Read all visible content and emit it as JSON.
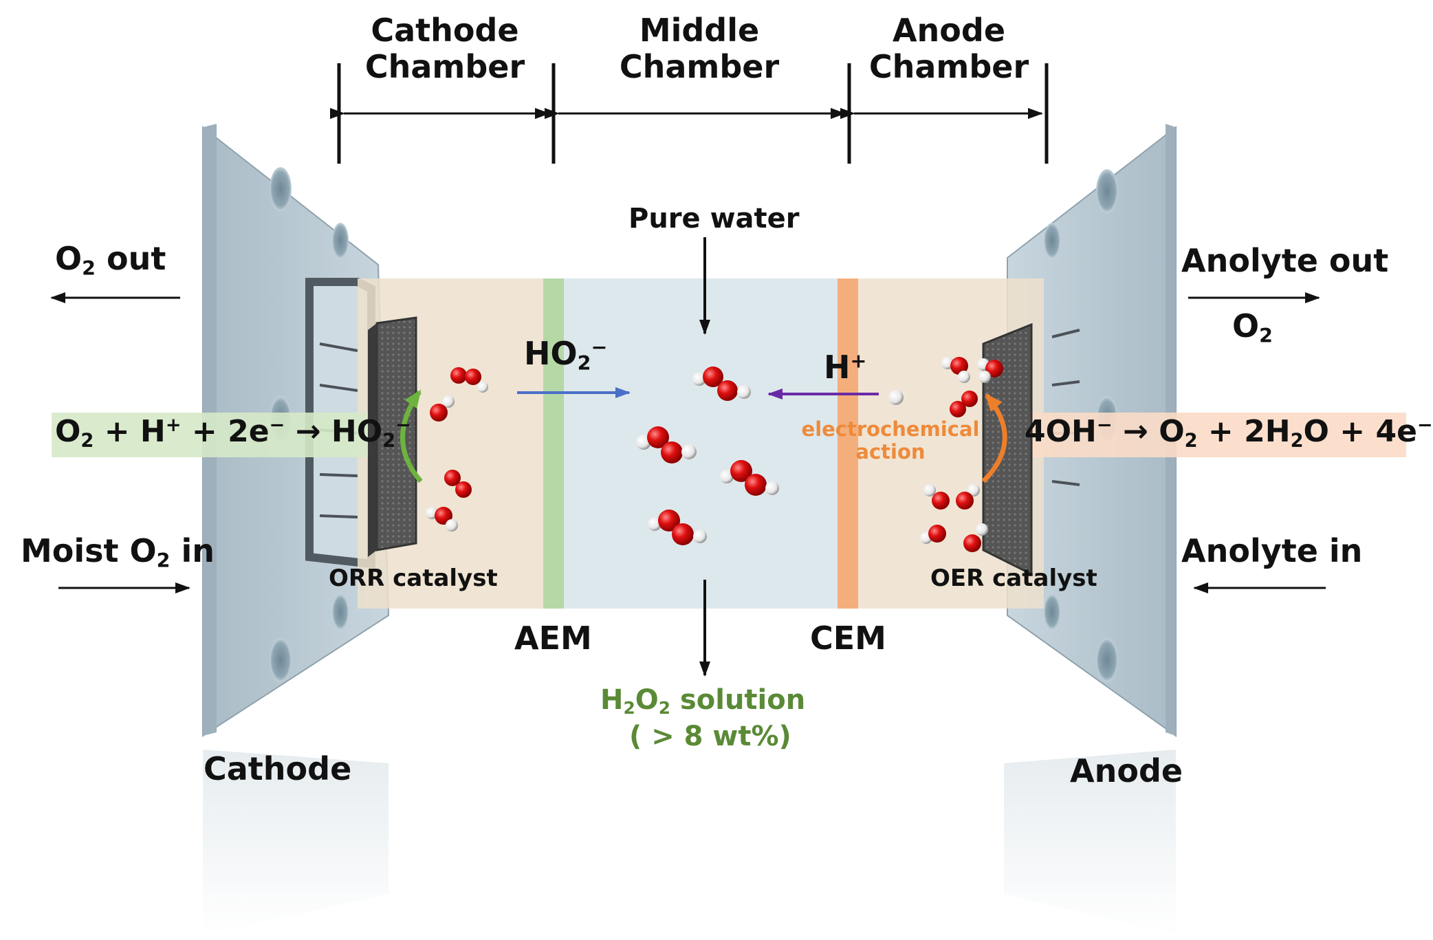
{
  "headers": {
    "cathode_chamber": [
      "Cathode",
      "Chamber"
    ],
    "middle_chamber": [
      "Middle",
      "Chamber"
    ],
    "anode_chamber": [
      "Anode",
      "Chamber"
    ]
  },
  "left": {
    "o2_out": [
      "O",
      "2",
      " out"
    ],
    "moist_in": [
      "Moist O",
      "2",
      " in"
    ],
    "equation": [
      "O",
      "2",
      " + H",
      "+",
      " + 2e",
      "−",
      " → HO",
      "2",
      "−"
    ],
    "electrode": "Cathode",
    "catalyst": "ORR catalyst"
  },
  "right": {
    "anolyte_out": "Anolyte out",
    "o2": [
      "O",
      "2"
    ],
    "anolyte_in": "Anolyte in",
    "equation": [
      "4OH",
      "−",
      " → O",
      "2",
      " + 2H",
      "2",
      "O + 4e",
      "−"
    ],
    "electrode": "Anode",
    "catalyst": "OER catalyst"
  },
  "center": {
    "pure_water": "Pure water",
    "ho2": [
      "HO",
      "2",
      "−"
    ],
    "hplus": [
      "H",
      "+"
    ],
    "electrochemical": [
      "electrochemical",
      "action"
    ],
    "product": [
      "H",
      "2",
      "O",
      "2",
      " solution"
    ],
    "concentration": "( > 8 wt%)"
  },
  "membranes": {
    "aem": "AEM",
    "cem": "CEM"
  },
  "colors": {
    "plate": "#b8c8d2",
    "chamber": "#ede1cd",
    "middle": "#dde8ec",
    "aem": "#b6d8a6",
    "cem": "#f4ae7c",
    "green_band": "#d6e9c8",
    "orange_band": "#fbdcc6",
    "ho2_arrow": "#4a6fc8",
    "hplus_arrow": "#6a2aa6",
    "product_text": "#5a8a36",
    "electrochem_text": "#ee8a3a"
  }
}
